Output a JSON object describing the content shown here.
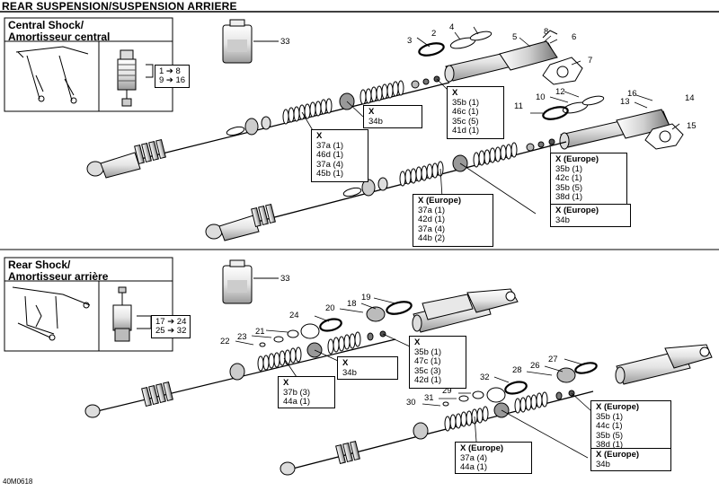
{
  "header": {
    "title": "REAR SUSPENSION/SUSPENSION ARRIERE"
  },
  "code": "40M0618",
  "sections": [
    {
      "title_line1": "Central Shock/",
      "title_line2": "Amortisseur central",
      "ref_line1": "1 ➔ 8",
      "ref_line2": "9 ➔ 16"
    },
    {
      "title_line1": "Rear Shock/",
      "title_line2": "Amortisseur arrière",
      "ref_line1": "17 ➔ 24",
      "ref_line2": "25 ➔ 32"
    }
  ],
  "part_numbers": {
    "top": [
      "33",
      "2",
      "4",
      "8",
      "6",
      "3",
      "5",
      "7",
      "12",
      "16",
      "14",
      "10",
      "13",
      "11",
      "15"
    ],
    "bottom": [
      "33",
      "19",
      "24",
      "20",
      "18",
      "21",
      "23",
      "22",
      "27",
      "26",
      "28",
      "32",
      "29",
      "31",
      "30"
    ]
  },
  "callouts": {
    "c1": {
      "head": "X",
      "lines": [
        "35b (1)",
        "46c (1)",
        "35c (5)",
        "41d (1)"
      ]
    },
    "c2": {
      "head": "X",
      "lines": [
        "34b"
      ]
    },
    "c3": {
      "head": "X",
      "lines": [
        "37a (1)",
        "46d (1)",
        "37a (4)",
        "45b (1)"
      ]
    },
    "c4": {
      "head": "X (Europe)",
      "lines": [
        "35b (1)",
        "42c (1)",
        "35b (5)",
        "38d (1)"
      ]
    },
    "c5": {
      "head": "X (Europe)",
      "lines": [
        "37a (1)",
        "42d (1)",
        "37a (4)",
        "44b (2)"
      ]
    },
    "c6": {
      "head": "X (Europe)",
      "lines": [
        "34b"
      ]
    },
    "c7": {
      "head": "X",
      "lines": [
        "35b (1)",
        "47c (1)",
        "35c (3)",
        "42d (1)"
      ]
    },
    "c8": {
      "head": "X",
      "lines": [
        "34b"
      ]
    },
    "c9": {
      "head": "X",
      "lines": [
        "37b (3)",
        "44a (1)"
      ]
    },
    "c10": {
      "head": "X (Europe)",
      "lines": [
        "35b (1)",
        "44c (1)",
        "35b (5)",
        "38d (1)"
      ]
    },
    "c11": {
      "head": "X (Europe)",
      "lines": [
        "37a (4)",
        "44a (1)"
      ]
    },
    "c12": {
      "head": "X (Europe)",
      "lines": [
        "34b"
      ]
    }
  }
}
